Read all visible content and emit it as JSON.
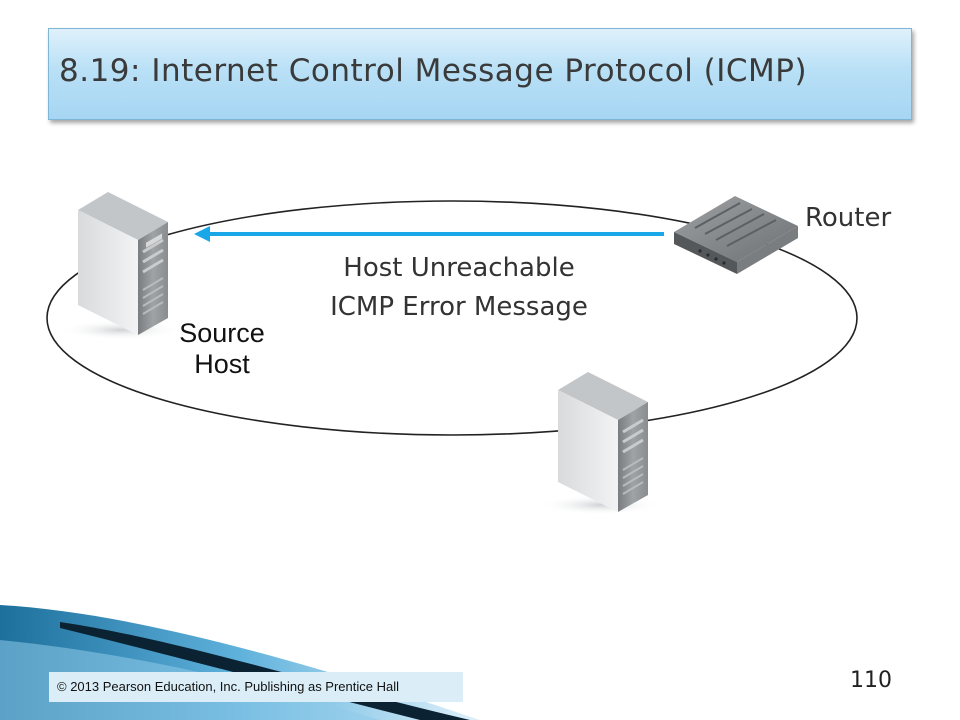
{
  "slide": {
    "title": "8.19: Internet Control Message Protocol (ICMP)",
    "footer": "© 2013 Pearson Education, Inc. Publishing as Prentice Hall",
    "page_number": "110"
  },
  "diagram": {
    "router_label": "Router",
    "message_line1": "Host Unreachable",
    "message_line2": "ICMP Error Message",
    "source_label_line1": "Source",
    "source_label_line2": "Host",
    "arrow_color": "#1aa7e8",
    "network_ring_color": "#222222"
  }
}
